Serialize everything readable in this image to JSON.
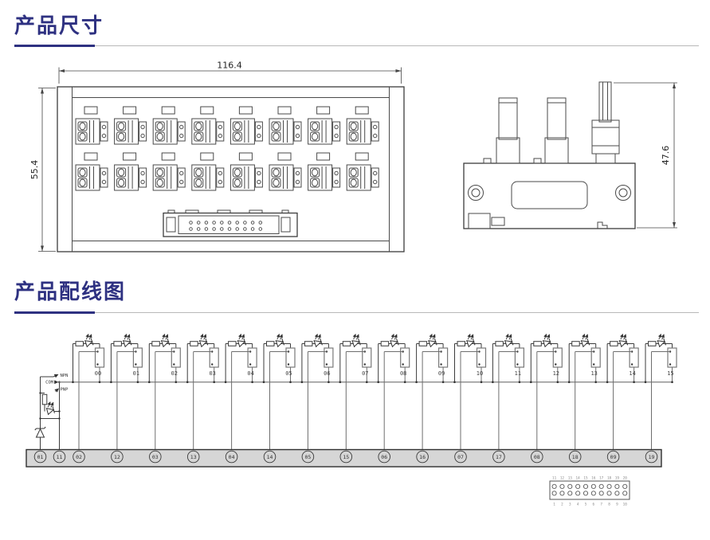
{
  "sections": {
    "dimensions_title": "产品尺寸",
    "wiring_title": "产品配线图"
  },
  "front_view": {
    "width_dim": "116.4",
    "height_dim": "55.4"
  },
  "side_view": {
    "height_dim": "47.6"
  },
  "wiring": {
    "selector": {
      "npn": "NPN",
      "com": "COM",
      "pnp": "PNP"
    },
    "channel_labels": [
      "00",
      "01",
      "02",
      "03",
      "04",
      "05",
      "06",
      "07",
      "08",
      "09",
      "10",
      "11",
      "12",
      "13",
      "14",
      "15"
    ],
    "terminal_labels": [
      "01",
      "11",
      "02",
      "12",
      "03",
      "13",
      "04",
      "14",
      "05",
      "15",
      "06",
      "16",
      "07",
      "17",
      "08",
      "18",
      "09",
      "19"
    ],
    "connector_pins": {
      "top": [
        "11",
        "12",
        "13",
        "14",
        "15",
        "16",
        "17",
        "18",
        "19",
        "20"
      ],
      "bottom": [
        "1",
        "2",
        "3",
        "4",
        "5",
        "6",
        "7",
        "8",
        "9",
        "10"
      ]
    }
  },
  "colors": {
    "accent": "#2e3181",
    "rule_gray": "#b8b8b8",
    "busbar_fill": "#d6d6d6",
    "drawing_line": "#4a4a4a",
    "common_line_gray": "#8a8a8a"
  }
}
